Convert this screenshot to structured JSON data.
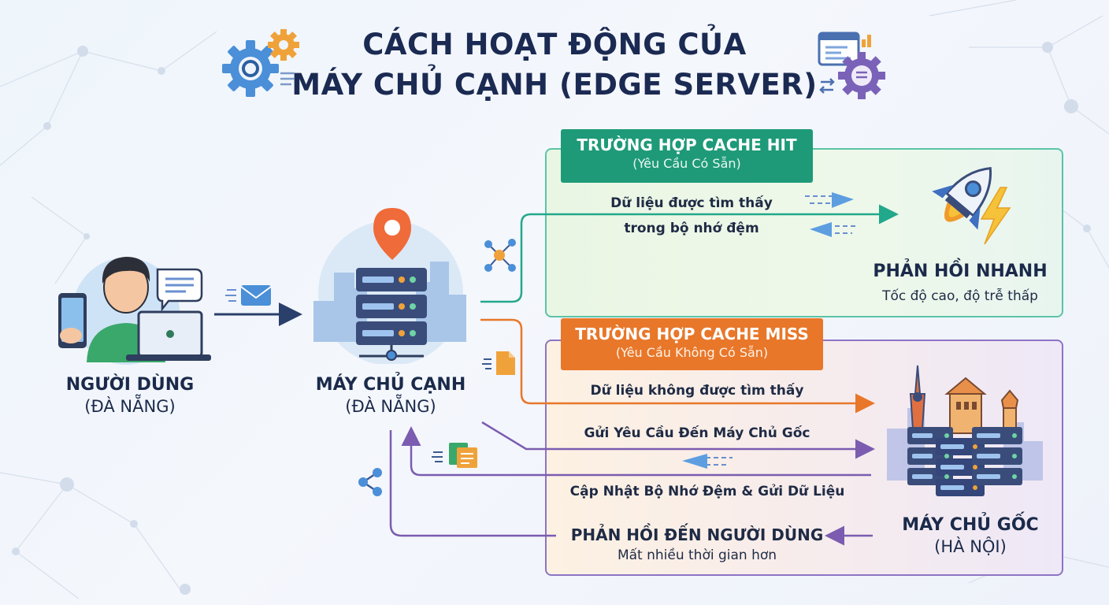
{
  "title": {
    "line1": "CÁCH HOẠT ĐỘNG CỦA",
    "line2": "MÁY CHỦ CẠNH (EDGE SERVER)"
  },
  "nodes": {
    "user": {
      "label": "NGƯỜI DÙNG",
      "sub": "(ĐÀ NẴNG)"
    },
    "edge": {
      "label": "MÁY CHỦ CẠNH",
      "sub": "(ĐÀ NẴNG)"
    },
    "origin": {
      "label": "MÁY CHỦ GỐC",
      "sub": "(HÀ NỘI)"
    }
  },
  "cache_hit": {
    "title": "TRƯỜNG HỢP CACHE HIT",
    "subtitle": "(Yêu Cầu Có Sẵn)",
    "flow_line1": "Dữ liệu được tìm thấy",
    "flow_line2": "trong bộ nhớ đệm",
    "result_title": "PHẢN HỒI NHANH",
    "result_sub": "Tốc độ cao, độ trễ thấp"
  },
  "cache_miss": {
    "title": "TRƯỜNG HỢP CACHE MISS",
    "subtitle": "(Yêu Cầu Không Có Sẵn)",
    "step1": "Dữ liệu không được tìm thấy",
    "step2": "Gửi Yêu Cầu Đến Máy Chủ Gốc",
    "step3": "Cập Nhật Bộ Nhớ Đệm & Gửi Dữ Liệu",
    "response_title": "PHẢN HỒI ĐẾN NGƯỜI DÙNG",
    "response_sub": "Mất nhiều thời gian hơn"
  },
  "colors": {
    "title": "#1b2a52",
    "hit_green": "#1e9a78",
    "hit_line": "#22a88a",
    "miss_orange": "#e8772a",
    "miss_purple": "#7b5cb0",
    "server_navy": "#3a4d7a",
    "arrow_navy": "#2b3f6b"
  },
  "icons": [
    "gears-icon",
    "dashboard-gear-icon",
    "user-icon",
    "laptop-icon",
    "phone-icon",
    "chat-bubble-icon",
    "envelope-icon",
    "location-pin-icon",
    "server-icon",
    "network-icon",
    "document-icon",
    "rocket-icon",
    "lightning-icon",
    "origin-server-icon",
    "city-skyline-icon"
  ]
}
